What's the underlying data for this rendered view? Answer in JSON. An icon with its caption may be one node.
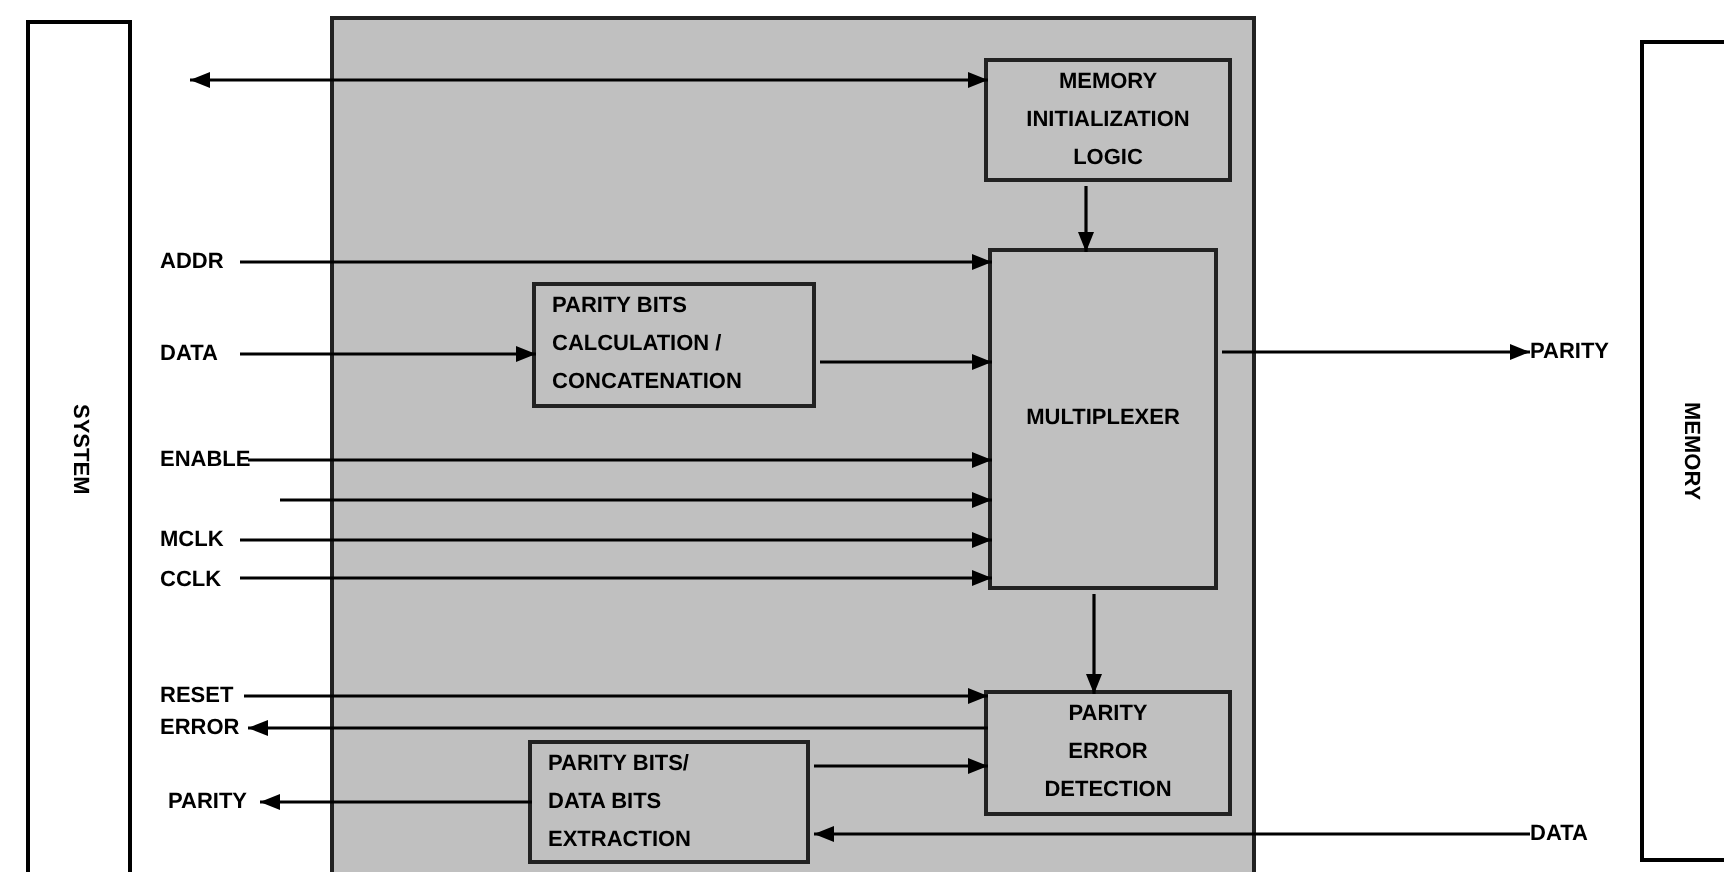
{
  "diagram": {
    "nodes": [
      {
        "text": [
          "SYSTEM"
        ]
      },
      {
        "text": [],
        "shape": "box"
      },
      {
        "text": [
          "MEMORY INITIALIZATION LOGIC"
        ],
        "in": 1
      },
      {
        "text": [
          "PARITY BITS CALCULATION / CONCATENATION"
        ],
        "in": 1
      },
      {
        "text": [
          "MULTIPLEXER"
        ],
        "in": 1
      },
      {
        "text": [
          "PARITY ERROR DETECTION"
        ],
        "in": 1
      },
      {
        "text": [
          "PARITY BITS/ DATA BITS EXTRACTION"
        ],
        "in": 1
      },
      {
        "text": [
          "MEMORY"
        ]
      },
      {
        "text": [
          "ADDR"
        ]
      },
      {
        "text": [
          "DATA"
        ]
      },
      {
        "text": [
          "ENABLE"
        ]
      },
      {
        "text": [
          "MCLK"
        ]
      },
      {
        "text": [
          "CCLK"
        ]
      },
      {
        "text": [
          "RESET"
        ]
      },
      {
        "text": [
          "ERROR"
        ]
      },
      {
        "text": [
          "PARITY"
        ]
      },
      {
        "text": [
          "PARITY"
        ]
      },
      {
        "text": [
          "DATA"
        ]
      }
    ],
    "edges": [
      {
        "from": null,
        "to": 2,
        "arrow": "both"
      },
      {
        "from": 8,
        "to": 4,
        "arrow": "to"
      },
      {
        "from": 9,
        "to": 3,
        "arrow": "to"
      },
      {
        "from": 3,
        "to": 4,
        "arrow": "to"
      },
      {
        "from": 10,
        "to": 4,
        "arrow": "to"
      },
      {
        "from": null,
        "to": 4,
        "arrow": "to"
      },
      {
        "from": 11,
        "to": 4,
        "arrow": "to"
      },
      {
        "from": 12,
        "to": 4,
        "arrow": "to"
      },
      {
        "from": 2,
        "to": 4,
        "arrow": "to"
      },
      {
        "from": 4,
        "to": 16,
        "arrow": "to"
      },
      {
        "from": 4,
        "to": 5,
        "arrow": "to"
      },
      {
        "from": 13,
        "to": 5,
        "arrow": "to"
      },
      {
        "from": 5,
        "to": 14,
        "arrow": "to"
      },
      {
        "from": 6,
        "to": 5,
        "arrow": "to"
      },
      {
        "from": 6,
        "to": 15,
        "arrow": "to"
      },
      {
        "from": 17,
        "to": 6,
        "arrow": "to"
      }
    ]
  }
}
